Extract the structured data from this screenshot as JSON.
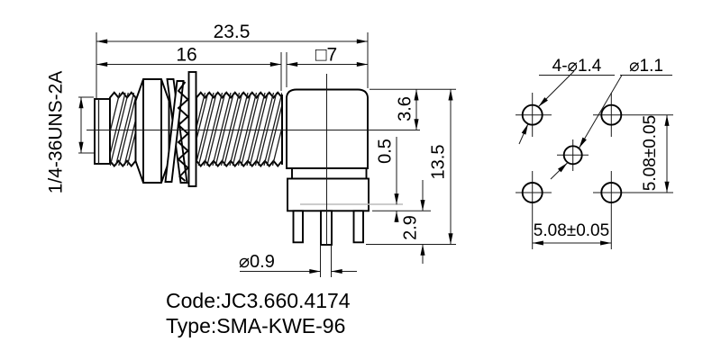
{
  "drawing": {
    "side_view": {
      "thread_spec": "1/4-36UNS-2A",
      "dim_overall_length": "23.5",
      "dim_thread_length": "16",
      "dim_body_width": "□7",
      "dim_body_top_height": "3.6",
      "dim_standoff": "0.5",
      "dim_overall_height": "13.5",
      "dim_pin_length": "2.9",
      "dim_pin_diameter": "⌀0.9"
    },
    "footprint_view": {
      "corner_holes_label": "4-⌀1.4",
      "center_hole_label": "⌀1.1",
      "horizontal_pitch": "5.08±0.05",
      "vertical_pitch": "5.08±0.05"
    },
    "part_code": "Code:JC3.660.4174",
    "part_type": "Type:SMA-KWE-96"
  },
  "colors": {
    "line": "#000000",
    "background": "#ffffff",
    "reference_line": "#bbbbbb"
  }
}
